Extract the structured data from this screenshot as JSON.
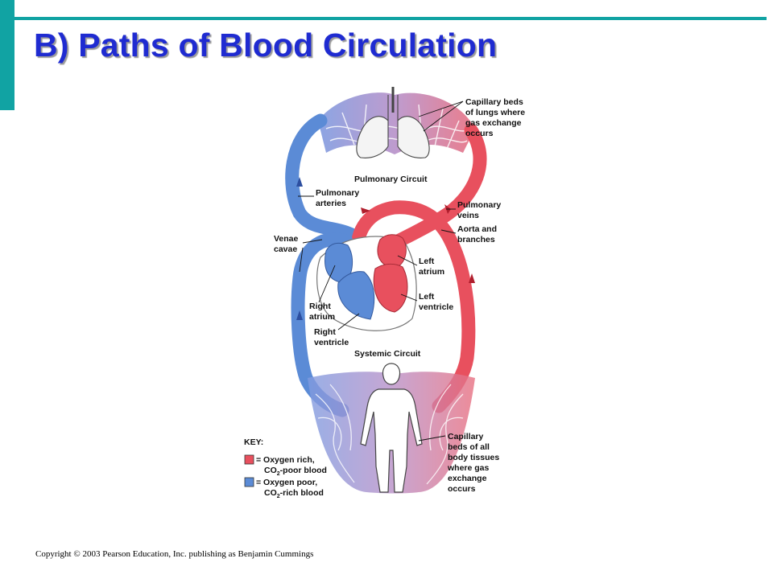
{
  "slide": {
    "title": "B) Paths of Blood Circulation",
    "copyright": "Copyright © 2003 Pearson Education, Inc. publishing as Benjamin Cummings"
  },
  "colors": {
    "accent": "#11a3a3",
    "title": "#1f2bd1",
    "oxygen_rich": "#e8505e",
    "oxygen_poor": "#5b8bd6"
  },
  "labels": {
    "capillary_lungs": [
      "Capillary beds",
      "of lungs where",
      "gas exchange",
      "occurs"
    ],
    "pulmonary_circuit": "Pulmonary Circuit",
    "pulmonary_arteries": [
      "Pulmonary",
      "arteries"
    ],
    "pulmonary_veins": [
      "Pulmonary",
      "veins"
    ],
    "aorta": [
      "Aorta and",
      "branches"
    ],
    "venae_cavae": [
      "Venae",
      "cavae"
    ],
    "left_atrium": [
      "Left",
      "atrium"
    ],
    "left_ventricle": [
      "Left",
      "ventricle"
    ],
    "right_atrium": [
      "Right",
      "atrium"
    ],
    "right_ventricle": [
      "Right",
      "ventricle"
    ],
    "systemic_circuit": "Systemic Circuit",
    "capillary_body": [
      "Capillary",
      "beds of all",
      "body tissues",
      "where gas",
      "exchange",
      "occurs"
    ]
  },
  "key": {
    "title": "KEY:",
    "oxygen_rich": [
      "= Oxygen rich,",
      "CO",
      "-poor blood"
    ],
    "oxygen_poor": [
      "= Oxygen poor,",
      "CO",
      "-rich blood"
    ],
    "subscript": "2"
  }
}
